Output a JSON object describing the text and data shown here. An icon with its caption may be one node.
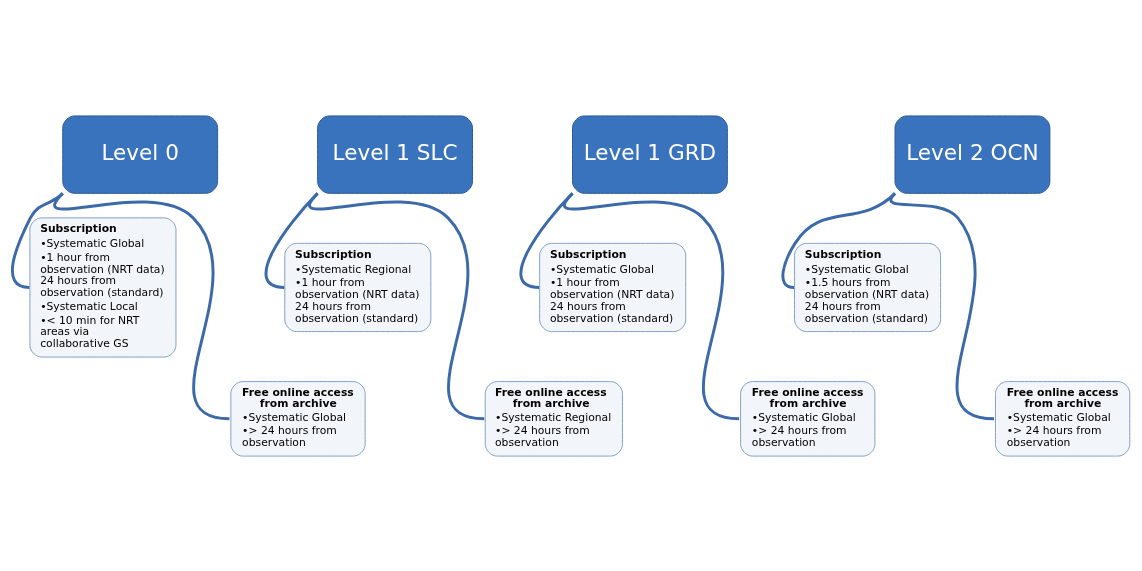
{
  "diagram": {
    "nodes": [
      {
        "text": [
          "Level 0"
        ]
      },
      {
        "text": [
          "Subscription",
          "•Systematic Global",
          "•1 hour from observation (NRT data) 24 hours from observation (standard)",
          "•Systematic Local",
          "•< 10 min for NRT areas via collaborative GS"
        ]
      },
      {
        "text": [
          "Free online access from archive",
          "•Systematic Global",
          "•> 24 hours from observation"
        ]
      },
      {
        "text": [
          "Level 1 SLC"
        ]
      },
      {
        "text": [
          "Subscription",
          "•Systematic Regional",
          "•1 hour from observation (NRT data) 24 hours from observation (standard)"
        ]
      },
      {
        "text": [
          "Free online access from archive",
          "•Systematic Regional",
          "•> 24 hours from observation"
        ]
      },
      {
        "text": [
          "Level 1 GRD"
        ]
      },
      {
        "text": [
          "Subscription",
          "•Systematic Global",
          "•1 hour from observation (NRT data) 24 hours from observation (standard)"
        ]
      },
      {
        "text": [
          "Free online access from archive",
          "•Systematic Global",
          "•> 24 hours from observation"
        ]
      },
      {
        "text": [
          "Level 2 OCN"
        ]
      },
      {
        "text": [
          "Subscription",
          "•Systematic Global",
          "•1.5 hours from observation (NRT data) 24 hours from observation (standard)"
        ]
      },
      {
        "text": [
          "Free online access from archive",
          "•Systematic Global",
          "•> 24 hours from observation"
        ]
      }
    ],
    "edges": [
      {
        "from": 0,
        "to": 1,
        "arrow": "none"
      },
      {
        "from": 0,
        "to": 2,
        "arrow": "none"
      },
      {
        "from": 3,
        "to": 4,
        "arrow": "none"
      },
      {
        "from": 3,
        "to": 5,
        "arrow": "none"
      },
      {
        "from": 6,
        "to": 7,
        "arrow": "none"
      },
      {
        "from": 6,
        "to": 8,
        "arrow": "none"
      },
      {
        "from": 9,
        "to": 10,
        "arrow": "none"
      },
      {
        "from": 9,
        "to": 11,
        "arrow": "none"
      }
    ]
  }
}
